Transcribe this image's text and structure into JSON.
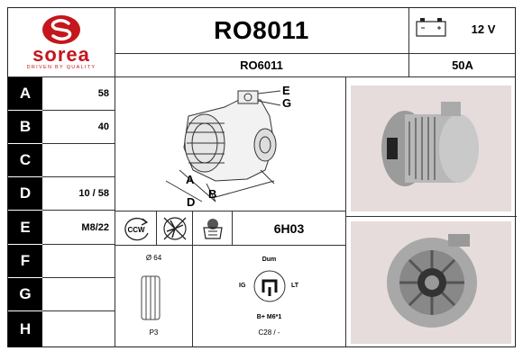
{
  "brand": {
    "name": "sorea",
    "tagline": "DRIVEN BY QUALITY",
    "color": "#c4161c"
  },
  "header": {
    "code": "RO8011",
    "alt_code": "RO6011",
    "voltage": "12 V",
    "amperage": "50A"
  },
  "rows": [
    {
      "letter": "A",
      "value": "58"
    },
    {
      "letter": "B",
      "value": "40"
    },
    {
      "letter": "C",
      "value": ""
    },
    {
      "letter": "D",
      "value": "10 / 58"
    },
    {
      "letter": "E",
      "value": "M8/22"
    },
    {
      "letter": "F",
      "value": ""
    },
    {
      "letter": "G",
      "value": ""
    },
    {
      "letter": "H",
      "value": ""
    }
  ],
  "drawing_labels": {
    "a": "A",
    "b": "B",
    "d": "D",
    "e": "E",
    "g": "G"
  },
  "specs": {
    "rotation": "CCW",
    "regulator": "6H03",
    "pulley_diameter": "Ø 64",
    "pulley_type": "P3",
    "connector_top": "Dum",
    "connector_left": "IG",
    "connector_right": "LT",
    "connector_bottom": "B+ M6*1",
    "connector_code": "C28 / -"
  },
  "icons": {
    "rotation": "ccw-arrow-icon",
    "no_fan": "crossed-fan-icon",
    "regulator": "regulator-icon",
    "battery": "battery-icon"
  }
}
